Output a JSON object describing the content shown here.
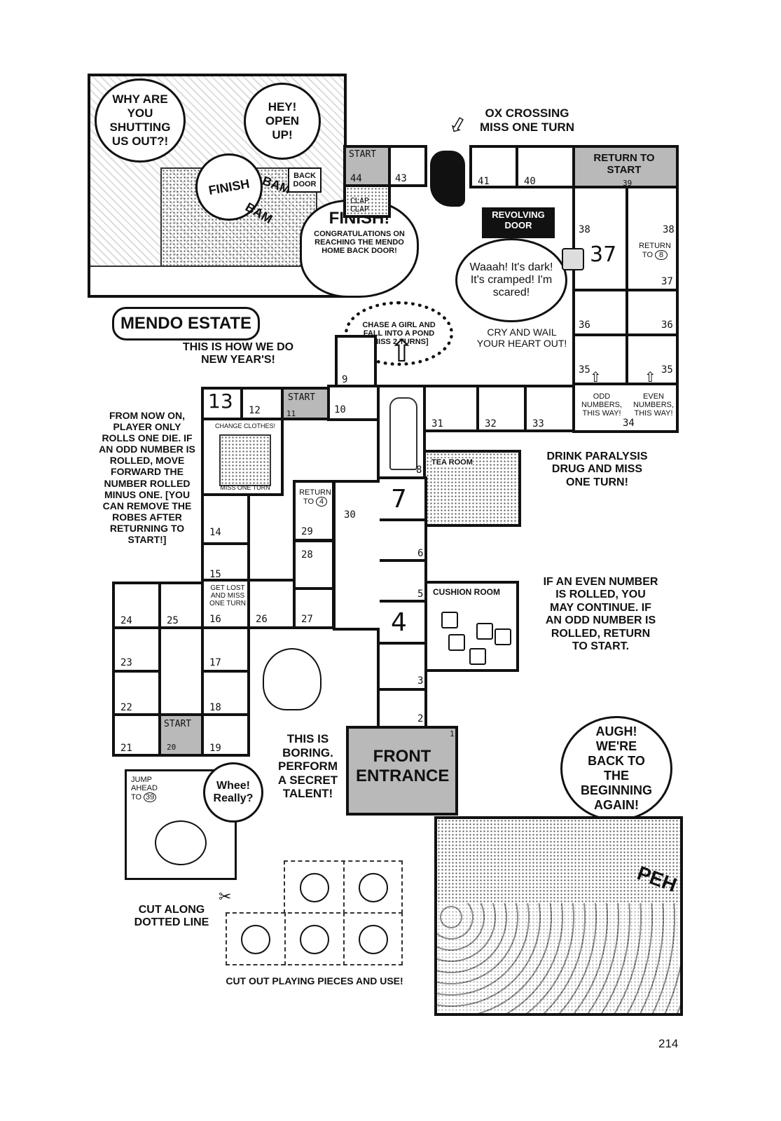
{
  "top_panel": {
    "bubble_left": "WHY ARE YOU SHUTTING US OUT?!",
    "bubble_right": "HEY! OPEN UP!",
    "door_sign": "FINISH",
    "sfx1": "BAM",
    "sfx2": "BAM",
    "back_door_sign": "BACK DOOR"
  },
  "clap_text": "CLAP CLAP",
  "finish_burst": {
    "title": "FINISH!",
    "text": "CONGRATULATIONS ON REACHING THE MENDO HOME BACK DOOR!"
  },
  "mendo_estate": {
    "title": "MENDO ESTATE",
    "subtitle": "THIS IS HOW WE DO NEW YEAR'S!"
  },
  "ox_crossing": "OX CROSSING MISS ONE TURN",
  "revolving_door": {
    "sign": "REVOLVING DOOR",
    "bubble": "Waaah! It's dark! It's cramped! I'm scared!",
    "caption": "CRY AND WAIL YOUR HEART OUT!"
  },
  "pond_bubble": "CHASE A GIRL AND FALL INTO A POND [MISS 2 TURNS]",
  "odd_label": "ODD NUMBERS, THIS WAY!",
  "even_label": "EVEN NUMBERS, THIS WAY!",
  "tea_room": {
    "label": "TEA ROOM",
    "caption": "DRINK PARALYSIS DRUG AND MISS ONE TURN!"
  },
  "cushion_room": {
    "label": "CUSHION ROOM",
    "caption": "IF AN EVEN NUMBER IS ROLLED, YOU MAY CONTINUE. IF AN ODD NUMBER IS ROLLED, RETURN TO START."
  },
  "rule_note": "FROM NOW ON, PLAYER ONLY ROLLS ONE DIE. IF AN ODD NUMBER IS ROLLED, MOVE FORWARD THE NUMBER ROLLED MINUS ONE. [YOU CAN REMOVE THE ROBES AFTER RETURNING TO START!]",
  "change_clothes": {
    "top": "CHANGE CLOTHES!",
    "bottom": "MISS ONE TURN"
  },
  "get_lost": "GET LOST AND MISS ONE TURN",
  "boring_text": "THIS IS BORING. PERFORM A SECRET TALENT!",
  "jump": {
    "label": "JUMP AHEAD TO",
    "target": "39",
    "bubble": "Whee! Really?"
  },
  "front_entrance": "FRONT ENTRANCE",
  "back_to_beginning": "AUGH! WE'RE BACK TO THE BEGINNING AGAIN!",
  "peh": "PEH",
  "cut_along": "CUT ALONG DOTTED LINE",
  "cut_out": "CUT OUT PLAYING PIECES AND USE!",
  "page_number": "214",
  "squares": {
    "s1": "1",
    "s2": "2",
    "s3": "3",
    "s4": "4",
    "s5": "5",
    "s6": "6",
    "s7": "7",
    "s8": "8",
    "s9": "9",
    "s10": "10",
    "s11": "11",
    "s12": "12",
    "s13": "13",
    "s14": "14",
    "s15": "15",
    "s16": "16",
    "s17": "17",
    "s18": "18",
    "s19": "19",
    "s20": "20",
    "s21": "21",
    "s22": "22",
    "s23": "23",
    "s24": "24",
    "s25": "25",
    "s26": "26",
    "s27": "27",
    "s28": "28",
    "s29": "29",
    "s30": "30",
    "s31": "31",
    "s32": "32",
    "s33": "33",
    "s34": "34",
    "s35": "35",
    "s36": "36",
    "s37": "37",
    "s38": "38",
    "s39": "39",
    "s40": "40",
    "s41": "41",
    "s43": "43",
    "s44": "44",
    "start": "START",
    "return_to": "RETURN TO",
    "return_4": "4",
    "return_8": "8",
    "return_to_start": "RETURN TO START"
  }
}
